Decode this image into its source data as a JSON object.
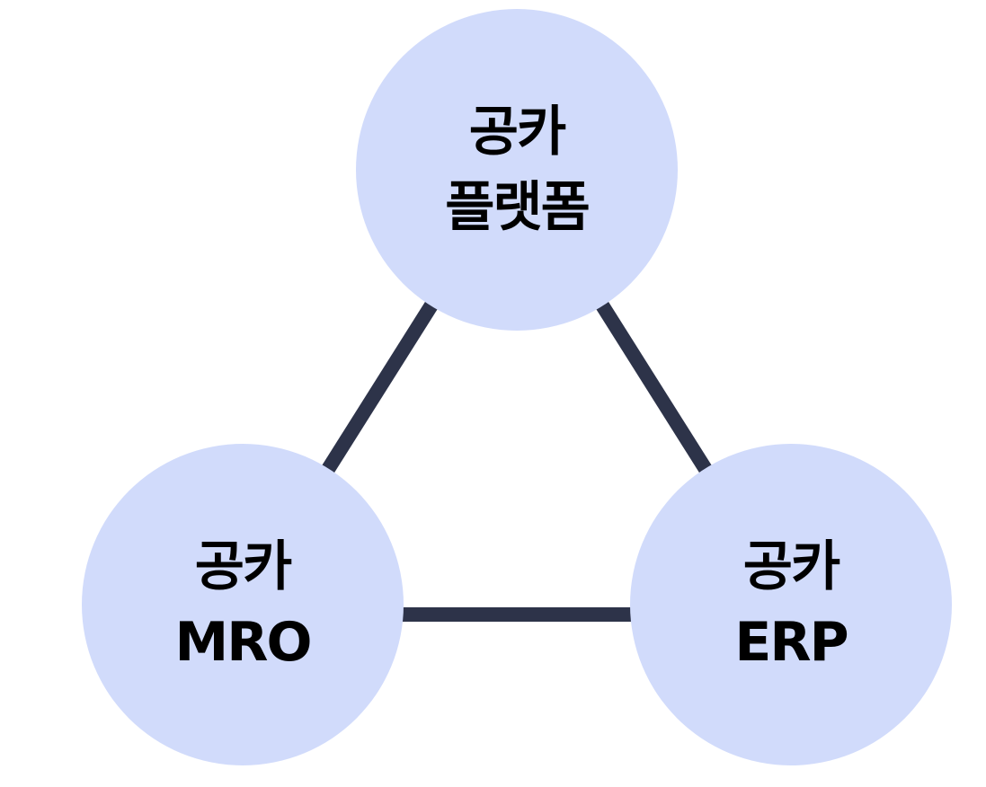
{
  "diagram": {
    "colors": {
      "node_fill": "#d1dbfb",
      "link_stroke": "#2d3349",
      "text": "#000000"
    },
    "nodes": [
      {
        "id": "platform",
        "line1": "공카",
        "line2": "플랫폼"
      },
      {
        "id": "mro",
        "line1": "공카",
        "line2": "MRO"
      },
      {
        "id": "erp",
        "line1": "공카",
        "line2": "ERP"
      }
    ],
    "links": [
      {
        "from": "platform",
        "to": "mro"
      },
      {
        "from": "platform",
        "to": "erp"
      },
      {
        "from": "mro",
        "to": "erp"
      }
    ]
  }
}
